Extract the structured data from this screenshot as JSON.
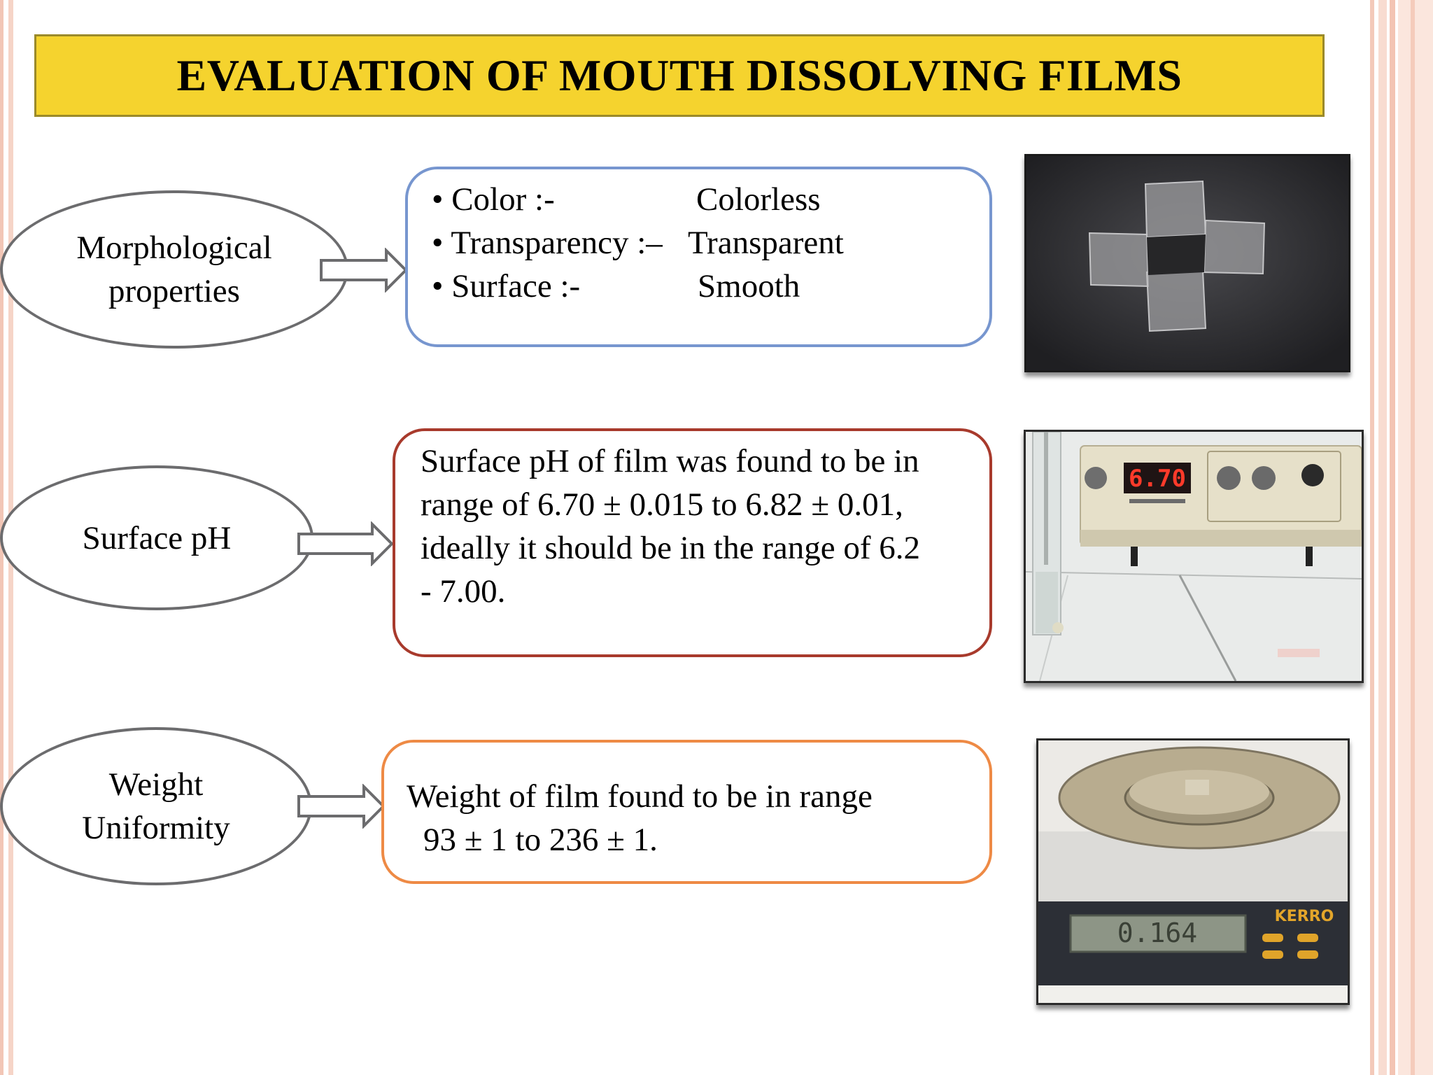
{
  "slide": {
    "title": "EVALUATION OF MOUTH DISSOLVING FILMS"
  },
  "sections": [
    {
      "label": "Morphological\nproperties",
      "properties": [
        {
          "name": "• Color  :-",
          "value": "Colorless"
        },
        {
          "name": "• Transparency :–",
          "value": "Transparent"
        },
        {
          "name": "• Surface :-",
          "value": "Smooth"
        }
      ]
    },
    {
      "label": "Surface pH",
      "lines": [
        "Surface pH of film was found to be in",
        "range of  6.70 ± 0.015  to 6.82 ± 0.01,",
        "ideally it should be in the range of 6.2",
        "- 7.00."
      ]
    },
    {
      "label": "Weight\nUniformity",
      "lines": [
        "Weight of film found to be in range",
        "93 ± 1 to 236 ± 1."
      ]
    }
  ],
  "photos": {
    "ph_meter_display": "6.70",
    "balance_brand": "KERRO",
    "balance_reading": "0.164"
  },
  "colors": {
    "title_bg": "#f5d32e",
    "box1_border": "#7796cf",
    "box2_border": "#a83a2c",
    "box3_border": "#ee8a45"
  }
}
